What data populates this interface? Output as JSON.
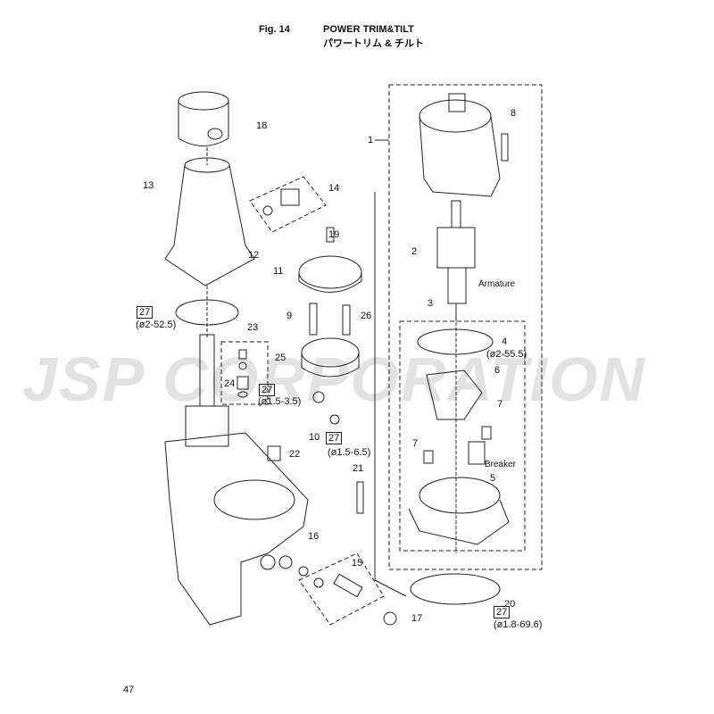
{
  "header": {
    "fig": "Fig. 14",
    "title_en": "POWER TRIM&TILT",
    "title_ja": "パワートリム & チルト"
  },
  "watermark": "JSP CORPORATION",
  "page_number": "47",
  "callouts": {
    "p1": "1",
    "p2": "2",
    "p3": "3",
    "p4": "4",
    "p5": "5",
    "p6": "6",
    "p7a": "7",
    "p7b": "7",
    "p8": "8",
    "p9": "9",
    "p10": "10",
    "p11": "11",
    "p12": "12",
    "p13": "13",
    "p14": "14",
    "p15": "15",
    "p16": "16",
    "p17": "17",
    "p18": "18",
    "p19": "19",
    "p20": "20",
    "p21": "21",
    "p22": "22",
    "p23": "23",
    "p24": "24",
    "p25": "25",
    "p26": "26"
  },
  "specs": {
    "box27": "27",
    "s1": "(ø2-52.5)",
    "s2": "(ø1.5-3.5)",
    "s3": "(ø1.5-6.5)",
    "s4": "(ø2-55.5)",
    "s5": "(ø1.8-69.6)"
  },
  "notes": {
    "armature": "Armature",
    "breaker": "Breaker"
  }
}
